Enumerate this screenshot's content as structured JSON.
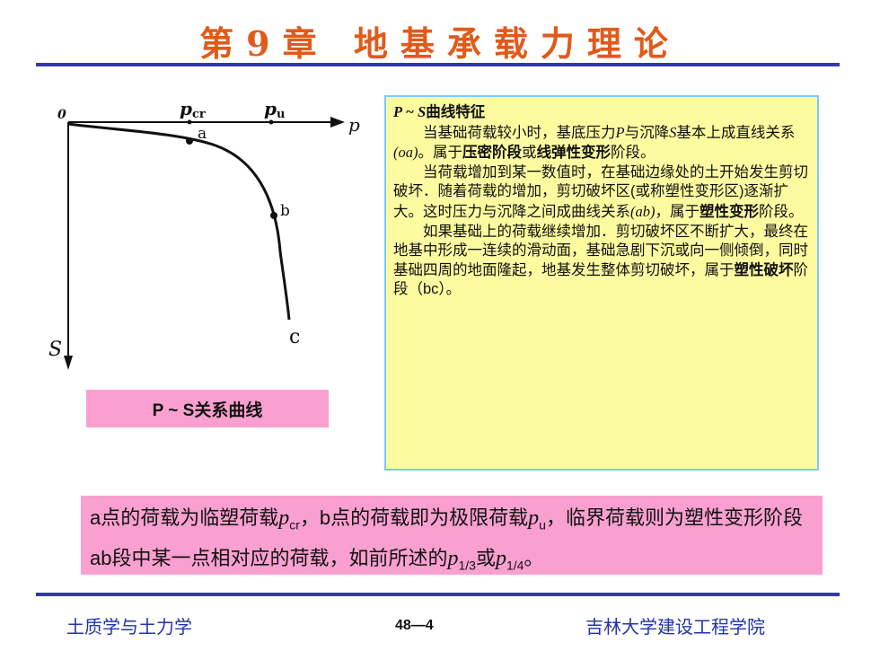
{
  "header": {
    "title": "第9章 地基承载力理论"
  },
  "graph": {
    "origin_label": "0",
    "p_axis_label": "p",
    "s_axis_label": "S",
    "pcr_label": "p",
    "pcr_sub": "cr",
    "pu_label": "p",
    "pu_sub": "u",
    "point_a": "a",
    "point_b": "b",
    "point_c": "c"
  },
  "caption": "P ~ S关系曲线",
  "panel": {
    "heading_italic": "P ~ S",
    "heading_rest": "曲线特征",
    "para1_a": "当基础荷载较小时，基底压力",
    "para1_P": "P",
    "para1_b": "与沉降",
    "para1_S": "S",
    "para1_c": "基本上成直线关系",
    "para1_oa": "(oa)",
    "para1_d": "。属于",
    "para1_bold1": "压密阶段",
    "para1_e": "或",
    "para1_bold2": "线弹性变形",
    "para1_f": "阶段。",
    "para2_a": "当荷载增加到某一数值时，在基础边缘处的土开始发生剪切破坏．随着荷载的增加，剪切破坏区(或称塑性变形区)逐渐扩大。这时压力与沉降之间成曲线关系",
    "para2_ab": "(ab)",
    "para2_b": "，属于",
    "para2_bold": "塑性变形",
    "para2_c": "阶段。",
    "para3_a": "如果基础上的荷载继续增加．剪切破坏区不断扩大，最终在地基中形成一连续的滑动面，基础急剧下沉或向一侧倾倒，同时基础四周的地面隆起，地基发生整体剪切破坏，属于",
    "para3_bold": "塑性破坏",
    "para3_b": "阶段（bc）。"
  },
  "note": {
    "t1": "a点的荷载为临塑荷载",
    "p1": "p",
    "s1": "cr",
    "t2": "，b点的荷载即为极限荷载",
    "p2": "p",
    "s2": "u",
    "t3": "，临界荷载则为塑性变形阶段ab段中某一点相对应的荷载，如前所述的",
    "p3": "p",
    "s3": "1/3",
    "t4": "或",
    "p4": "p",
    "s4": "1/4",
    "t5": "。"
  },
  "footer": {
    "left": "土质学与土力学",
    "center": "48—4",
    "right": "吉林大学建设工程学院"
  }
}
